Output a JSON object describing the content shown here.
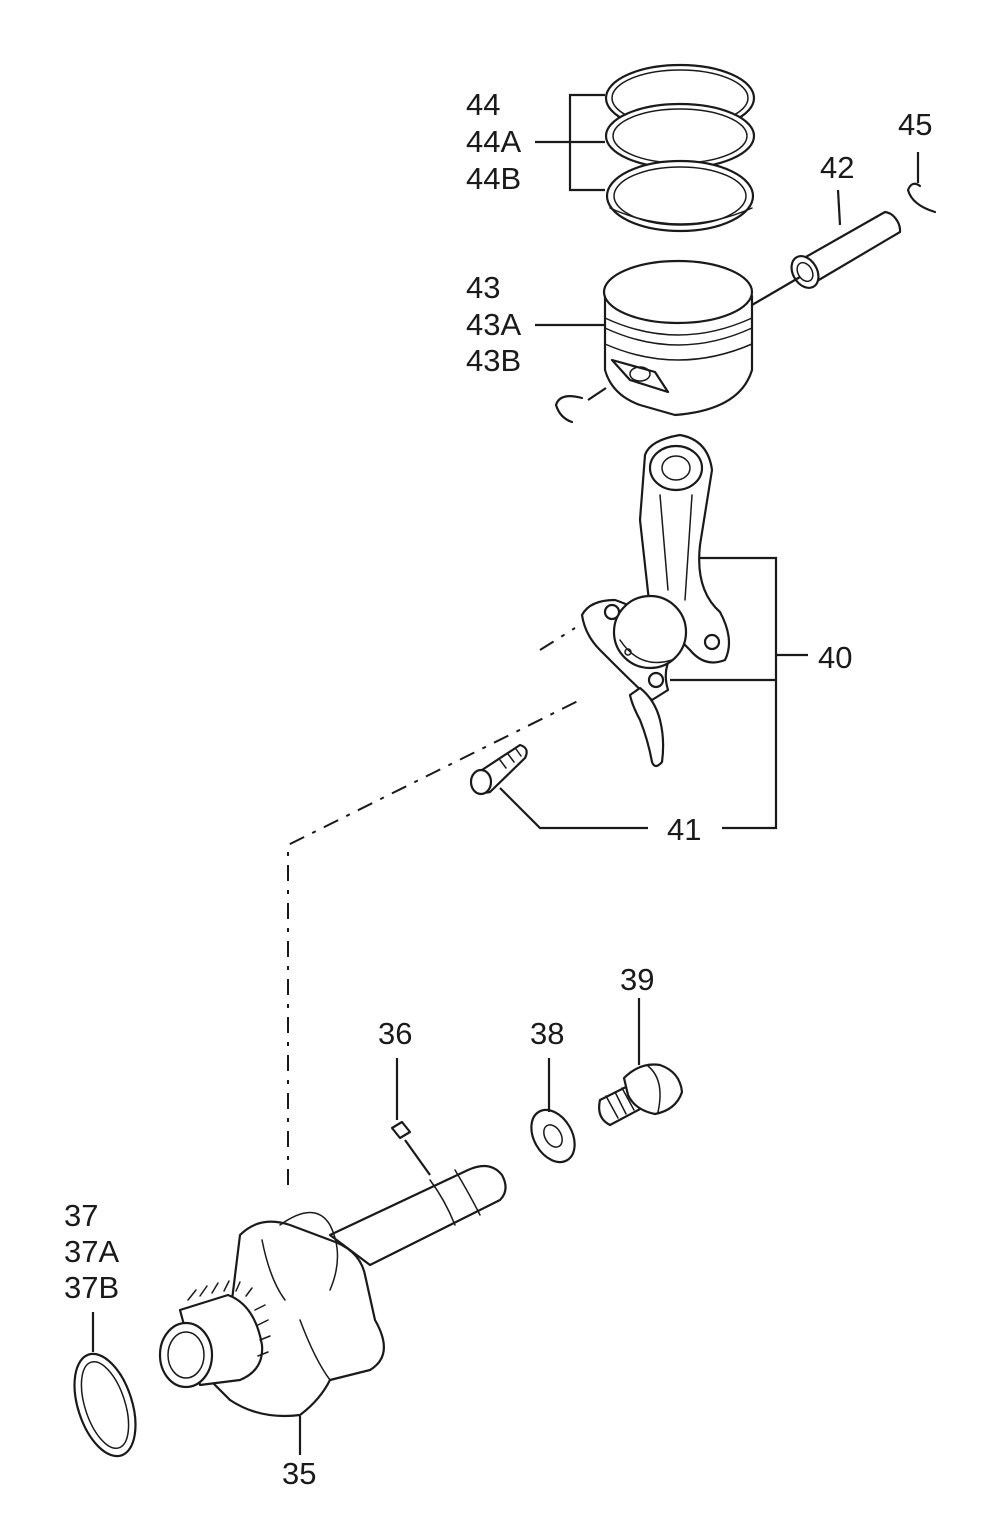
{
  "callouts": {
    "p44": "44",
    "p44a": "44A",
    "p44b": "44B",
    "p45": "45",
    "p42": "42",
    "p43": "43",
    "p43a": "43A",
    "p43b": "43B",
    "p40": "40",
    "p41": "41",
    "p39": "39",
    "p36": "36",
    "p38": "38",
    "p37": "37",
    "p37a": "37A",
    "p37b": "37B",
    "p35": "35"
  },
  "colors": {
    "line": "#1a1a1a",
    "background": "#ffffff"
  }
}
